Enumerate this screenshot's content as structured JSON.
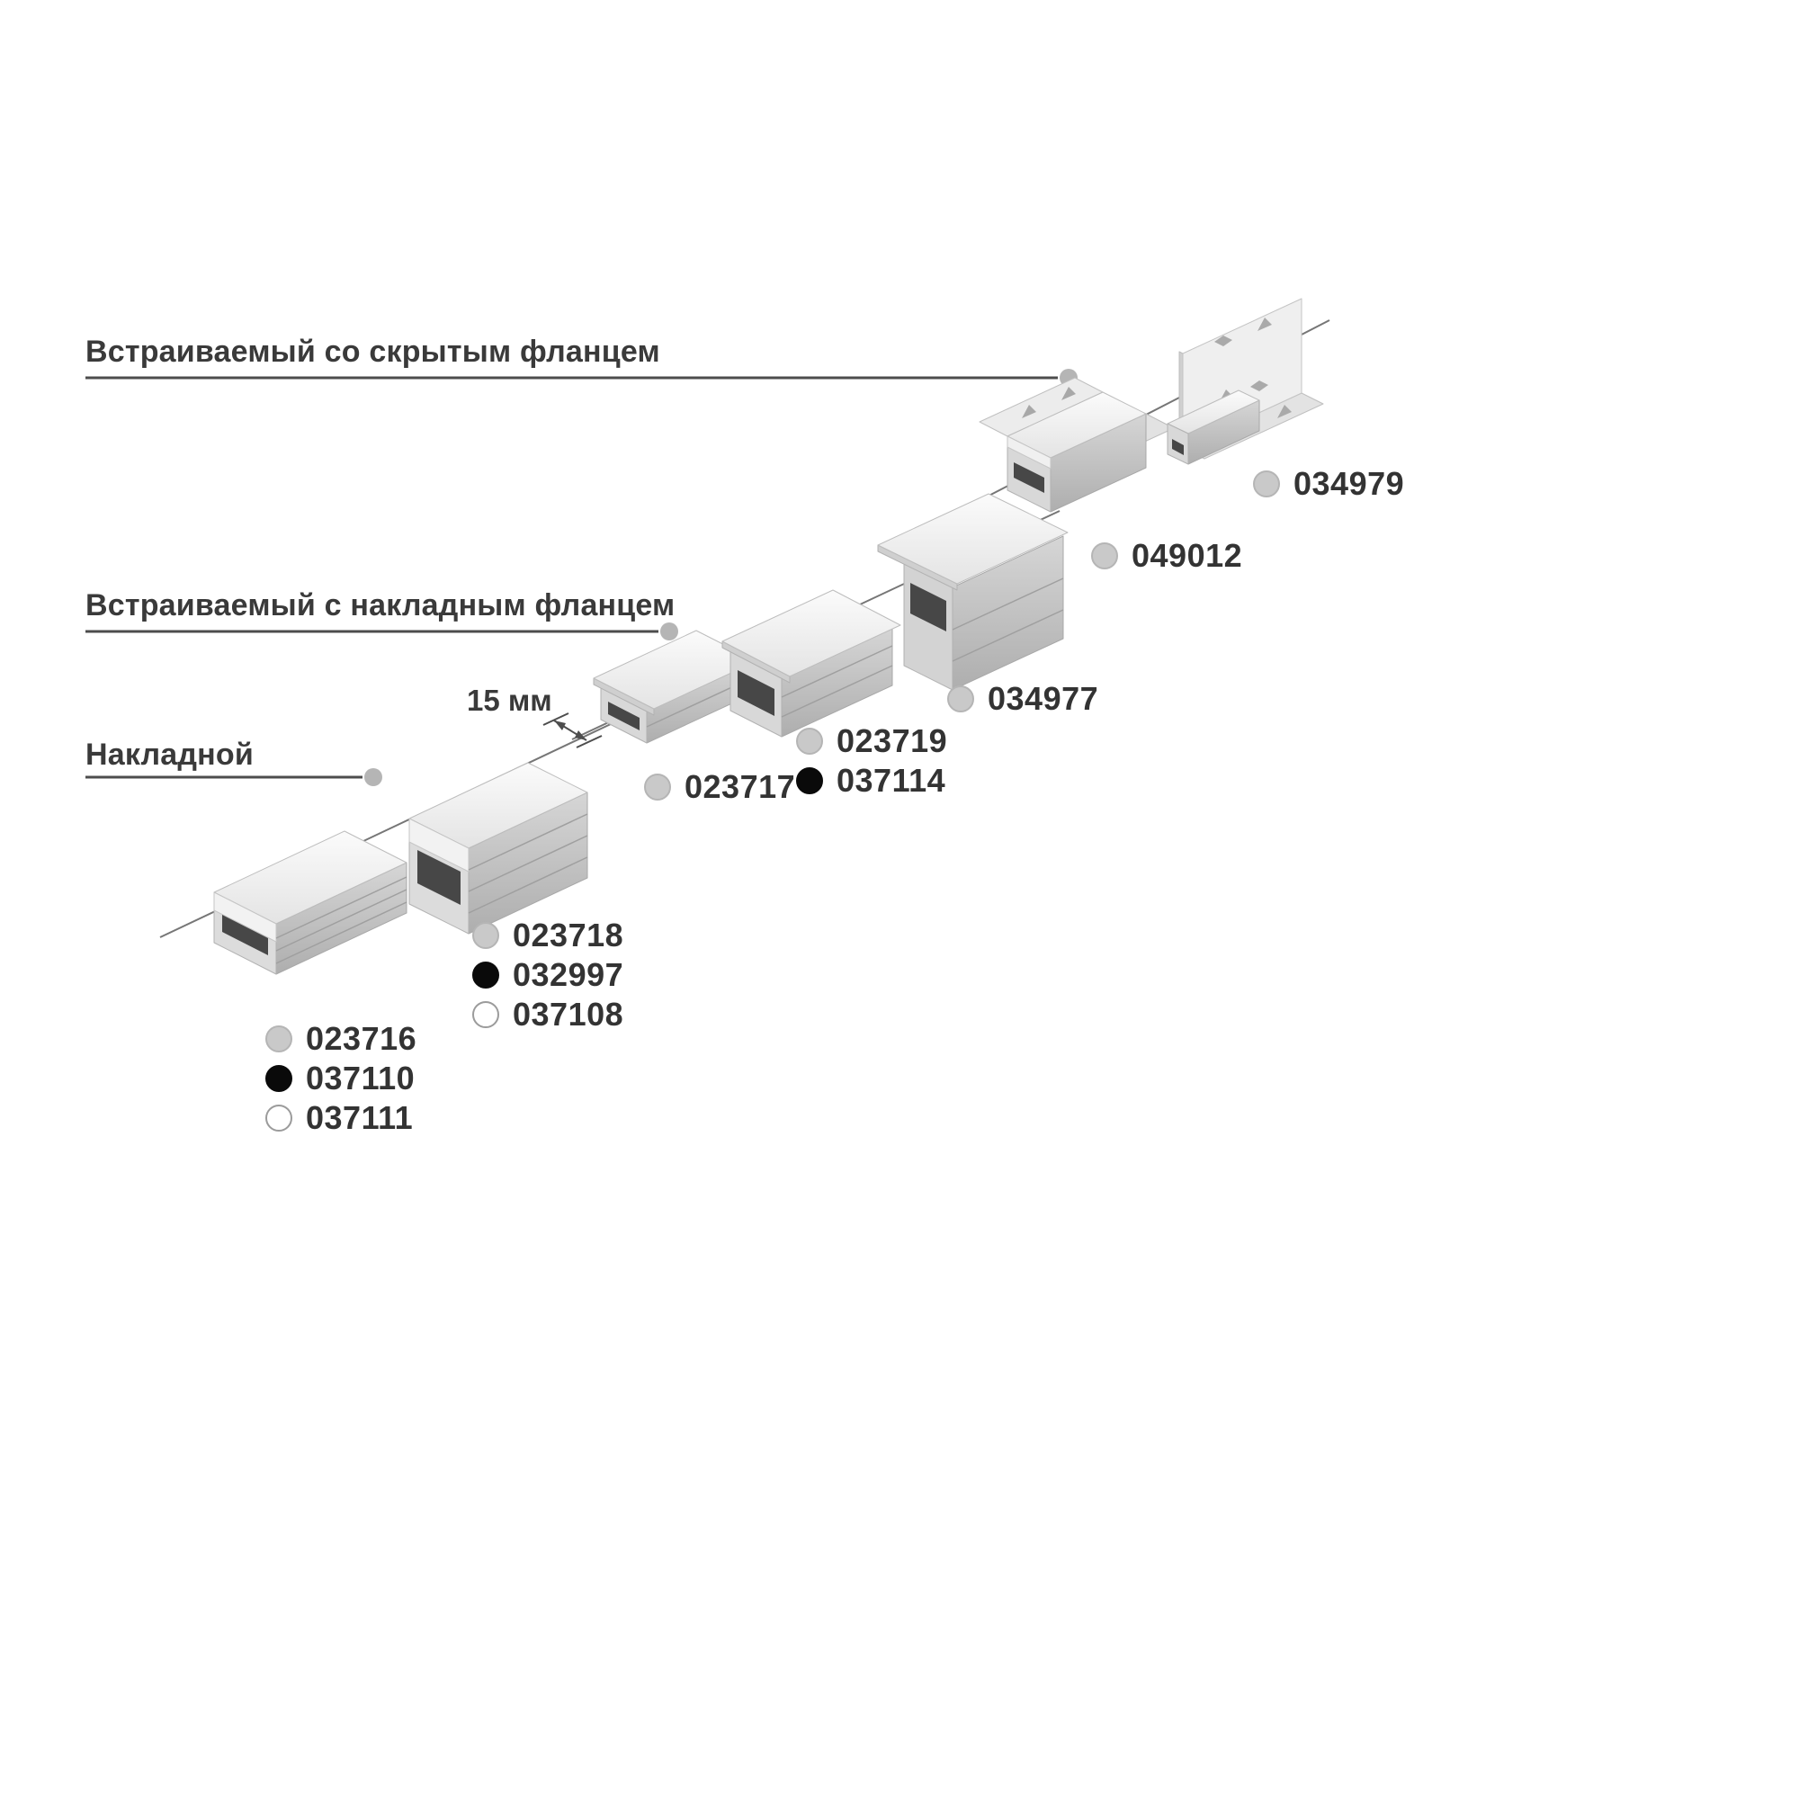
{
  "categories": [
    {
      "id": "recessed-hidden-flange",
      "label": "Встраиваемый со скрытым фланцем"
    },
    {
      "id": "recessed-surface-flange",
      "label": "Встраиваемый с накладным фланцем"
    },
    {
      "id": "surface",
      "label": "Накладной"
    }
  ],
  "dimension": {
    "label": "15 мм"
  },
  "products": [
    {
      "name": "surface-profile-low",
      "category": "Накладной",
      "articles": [
        {
          "code": "023716",
          "finish": "gray"
        },
        {
          "code": "037110",
          "finish": "black"
        },
        {
          "code": "037111",
          "finish": "white"
        }
      ]
    },
    {
      "name": "surface-profile-high",
      "category": "Накладной",
      "articles": [
        {
          "code": "023718",
          "finish": "gray"
        },
        {
          "code": "032997",
          "finish": "black"
        },
        {
          "code": "037108",
          "finish": "white"
        }
      ]
    },
    {
      "name": "recessed-flange-profile-low",
      "category": "Встраиваемый с накладным фланцем",
      "articles": [
        {
          "code": "023717",
          "finish": "gray"
        }
      ]
    },
    {
      "name": "recessed-flange-profile-high",
      "category": "Встраиваемый с накладным фланцем",
      "articles": [
        {
          "code": "023719",
          "finish": "gray"
        },
        {
          "code": "037114",
          "finish": "black"
        }
      ]
    },
    {
      "name": "recessed-flange-profile-deep",
      "category": "Встраиваемый с накладным фланцем",
      "articles": [
        {
          "code": "034977",
          "finish": "gray"
        }
      ]
    },
    {
      "name": "hidden-flange-profile",
      "category": "Встраиваемый со скрытым фланцем",
      "articles": [
        {
          "code": "049012",
          "finish": "gray"
        }
      ]
    },
    {
      "name": "hidden-flange-bracket",
      "category": "Встраиваемый со скрытым фланцем",
      "articles": [
        {
          "code": "034979",
          "finish": "gray"
        }
      ]
    }
  ],
  "finish_colors": {
    "gray": "#c9c9c9",
    "black": "#000000",
    "white": "#ffffff"
  },
  "line_color": "#4d4d4d",
  "text_color": "#363636"
}
